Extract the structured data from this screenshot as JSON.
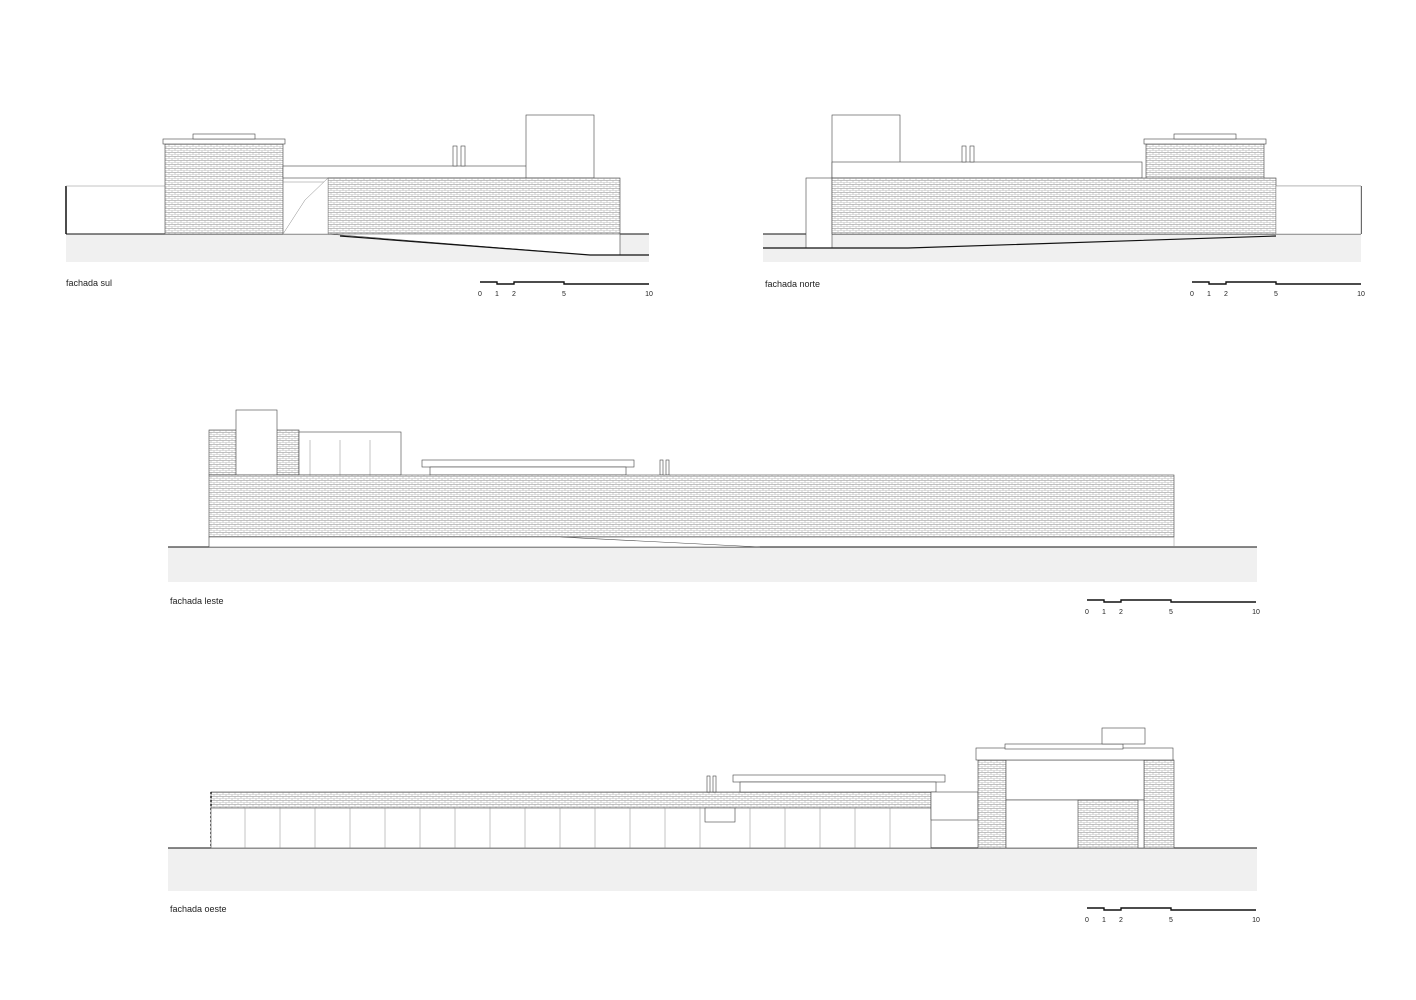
{
  "drawings": [
    {
      "id": "sul",
      "title": "fachada sul",
      "scale_ticks": [
        "0",
        "1",
        "2",
        "5",
        "10"
      ]
    },
    {
      "id": "norte",
      "title": "fachada norte",
      "scale_ticks": [
        "0",
        "1",
        "2",
        "5",
        "10"
      ]
    },
    {
      "id": "leste",
      "title": "fachada leste",
      "scale_ticks": [
        "0",
        "1",
        "2",
        "5",
        "10"
      ]
    },
    {
      "id": "oeste",
      "title": "fachada oeste",
      "scale_ticks": [
        "0",
        "1",
        "2",
        "5",
        "10"
      ]
    }
  ],
  "colors": {
    "line": "#444444",
    "ground": "#f0f0f0",
    "brick": "#9a9a9a",
    "background": "#ffffff"
  }
}
